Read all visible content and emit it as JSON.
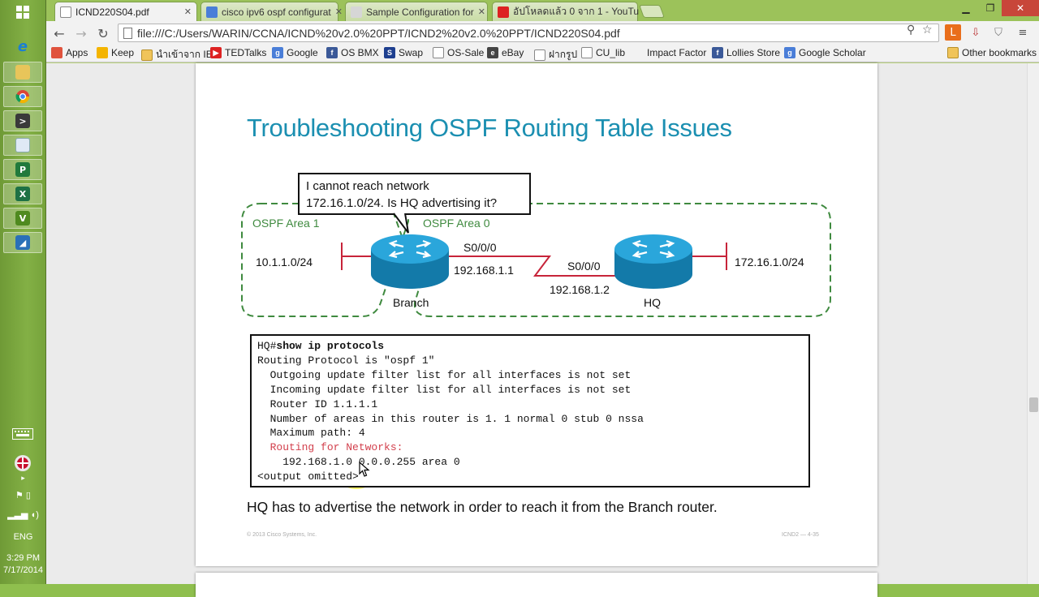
{
  "taskbar": {
    "icons": [
      "windows-start-icon",
      "ie-icon",
      "file-explorer-icon",
      "chrome-icon",
      "terminal-icon",
      "notepad-icon",
      "publisher-icon",
      "excel-icon",
      "viber-icon",
      "wireshark-icon"
    ],
    "language": "ENG",
    "time": "3:29 PM",
    "date": "7/17/2014"
  },
  "tabs": [
    {
      "label": "ICND220S04.pdf",
      "active": true
    },
    {
      "label": "cisco ipv6 ospf configurat",
      "active": false
    },
    {
      "label": "Sample Configuration for",
      "active": false
    },
    {
      "label": "อัปโหลดแล้ว 0 จาก 1 - YouTu",
      "active": false
    }
  ],
  "toolbar": {
    "url": "file:///C:/Users/WARIN/CCNA/ICND%20v2.0%20PPT/ICND2%20v2.0%20PPT/ICND220S04.pdf"
  },
  "bookmarks": [
    {
      "label": "Apps",
      "color": "#e0533d"
    },
    {
      "label": "Keep",
      "color": "#f4b400"
    },
    {
      "label": "นำเข้าจาก IE",
      "color": "#f0c45a"
    },
    {
      "label": "TEDTalks",
      "color": "#d22"
    },
    {
      "label": "Google",
      "color": "#4a7ed8"
    },
    {
      "label": "OS BMX",
      "color": "#3b5998"
    },
    {
      "label": "Swap",
      "color": "#1e3f8f"
    },
    {
      "label": "OS-Sale",
      "color": "#ffffff"
    },
    {
      "label": "eBay",
      "color": "#444"
    },
    {
      "label": "ฝากรูป",
      "color": "#ffffff"
    },
    {
      "label": "CU_lib",
      "color": "#ffffff"
    },
    {
      "label": "Impact Factor",
      "color": ""
    },
    {
      "label": "Lollies Store",
      "color": "#3b5998"
    },
    {
      "label": "Google Scholar",
      "color": "#4a7ed8"
    }
  ],
  "other_bookmarks": "Other bookmarks",
  "slide": {
    "title": "Troubleshooting OSPF Routing Table Issues",
    "bubble_line1": "I cannot reach network",
    "bubble_line2": "172.16.1.0/24. Is HQ advertising it?",
    "area1": "OSPF Area 1",
    "area0": "OSPF Area 0",
    "net_left": "10.1.1.0/24",
    "net_right": "172.16.1.0/24",
    "branch_if": "S0/0/0",
    "branch_ip": "192.168.1.1",
    "hq_if": "S0/0/0",
    "hq_ip": "192.168.1.2",
    "branch_label": "Branch",
    "hq_label": "HQ",
    "code": {
      "prompt": "HQ#",
      "command": "show ip protocols",
      "line1": "Routing Protocol is \"ospf 1\"",
      "line2": "  Outgoing update filter list for all interfaces is not set",
      "line3": "  Incoming update filter list for all interfaces is not set",
      "line4": "  Router ID 1.1.1.1",
      "line5": "  Number of areas in this router is 1. 1 normal 0 stub 0 nssa",
      "line6": "  Maximum path: 4",
      "line7": "  Routing for Networks:",
      "line8": "    192.168.1.0 0.0.0.255 area 0",
      "line9": "<output omitted>"
    },
    "caption": "HQ has to advertise the network in order to reach it from the Branch router.",
    "copyright": "© 2013 Cisco Systems, Inc.",
    "page_number": "ICND2 — 4-35"
  },
  "colors": {
    "title_blue": "#1b8fb1",
    "area_green": "#3f8a3f",
    "link_red": "#c7243a",
    "router_blue": "#1a8fc7",
    "highlight": "#fff000"
  }
}
